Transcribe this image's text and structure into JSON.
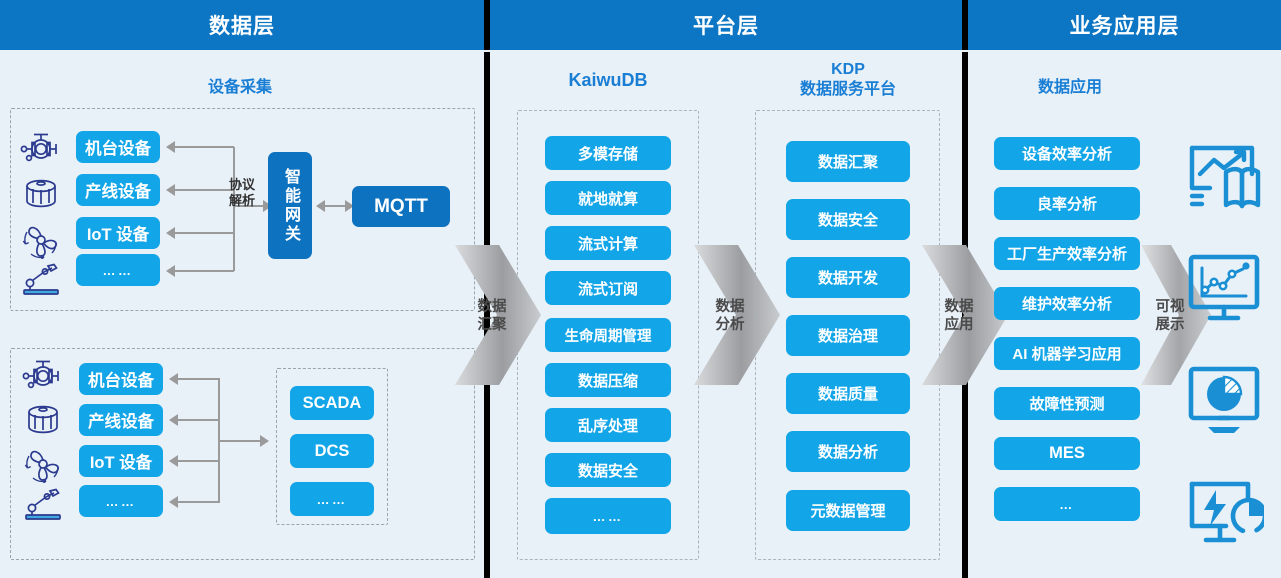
{
  "headers": [
    {
      "label": "数据层"
    },
    {
      "label": "平台层"
    },
    {
      "label": "业务应用层"
    }
  ],
  "colors": {
    "header_bg": "#0d76c4",
    "pill_light": "#12a5e8",
    "pill_dark": "#0d72c0",
    "section_title": "#1a7fd4",
    "panel_bg": "#e8f0f8",
    "connector": "#9a9a9a",
    "icon_navy": "#2b3a8f"
  },
  "data_layer": {
    "section_title": "设备采集",
    "group_top": {
      "devices": [
        "机台设备",
        "产线设备",
        "IoT 设备",
        "……"
      ],
      "device_icons": [
        "valve-icon",
        "tank-icon",
        "fan-icon",
        "robot-arm-icon"
      ],
      "protocol_label": "协议\n解析",
      "gateway": "智能网关",
      "broker": "MQTT"
    },
    "group_bottom": {
      "devices": [
        "机台设备",
        "产线设备",
        "IoT 设备",
        "……"
      ],
      "device_icons": [
        "valve-icon",
        "tank-icon",
        "fan-icon",
        "robot-arm-icon"
      ],
      "systems": [
        "SCADA",
        "DCS",
        "……"
      ]
    }
  },
  "platform_layer": {
    "kaiwudb": {
      "title": "KaiwuDB",
      "items": [
        "多模存储",
        "就地就算",
        "流式计算",
        "流式订阅",
        "生命周期管理",
        "数据压缩",
        "乱序处理",
        "数据安全",
        "……"
      ]
    },
    "kdp": {
      "title": "KDP\n数据服务平台",
      "items": [
        "数据汇聚",
        "数据安全",
        "数据开发",
        "数据治理",
        "数据质量",
        "数据分析",
        "元数据管理"
      ]
    }
  },
  "application_layer": {
    "section_title": "数据应用",
    "items": [
      "设备效率分析",
      "良率分析",
      "工厂生产效率分析",
      "维护效率分析",
      "AI 机器学习应用",
      "故障性预测",
      "MES",
      "…"
    ],
    "visual_icons": [
      "chart-book-icon",
      "monitor-line-chart-icon",
      "monitor-pie-chart-icon",
      "monitor-energy-gauge-icon"
    ]
  },
  "flow_arrows": [
    {
      "label": "数据\n汇聚"
    },
    {
      "label": "数据\n分析"
    },
    {
      "label": "数据\n应用"
    },
    {
      "label": "可视\n展示"
    }
  ]
}
